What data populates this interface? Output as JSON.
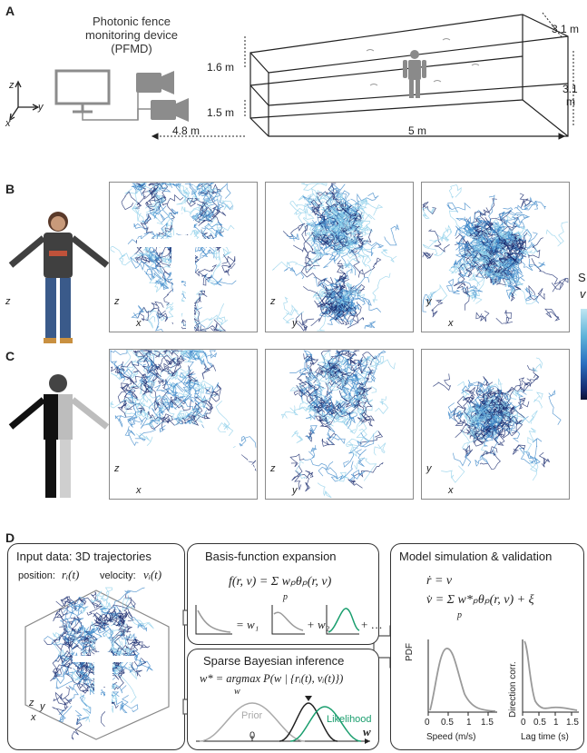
{
  "panels": {
    "a": "A",
    "b": "B",
    "c": "C",
    "d": "D"
  },
  "panel_a": {
    "device_line1": "Photonic fence",
    "device_line2": "monitoring device",
    "device_line3": "(PFMD)",
    "axis_z": "z",
    "axis_y": "y",
    "axis_x": "x",
    "dim_16": "1.6 m",
    "dim_15": "1.5 m",
    "dim_48": "4.8 m",
    "dim_5": "5 m",
    "dim_31_top": "3.1 m",
    "dim_31_right_a": "3.1",
    "dim_31_right_b": "m"
  },
  "panel_b": {
    "axes": [
      {
        "v": "z",
        "h": "x"
      },
      {
        "v": "z",
        "h": "y"
      },
      {
        "v": "y",
        "h": "x"
      }
    ]
  },
  "panel_c": {
    "axes": [
      {
        "v": "z",
        "h": "x"
      },
      {
        "v": "z",
        "h": "y"
      },
      {
        "v": "y",
        "h": "x"
      }
    ]
  },
  "colorbar": {
    "label_top": "S",
    "label_bottom": "v"
  },
  "panel_d": {
    "input_title": "Input data: 3D trajectories",
    "position_label": "position:",
    "position_symbol": "rᵢ(t)",
    "velocity_label": "velocity:",
    "velocity_symbol": "vᵢ(t)",
    "axis_z": "z",
    "axis_y": "y",
    "axis_x": "x",
    "basis_title": "Basis-function expansion",
    "basis_equation": "f(r, v) = Σ wₚθₚ(r, v)",
    "basis_sum_index": "p",
    "basis_expansion_start": "= w₁",
    "basis_expansion_mid": "+ w₂",
    "basis_expansion_end": "+ …",
    "sparse_title": "Sparse Bayesian inference",
    "sparse_equation": "w* = argmax P(w | {rᵢ(t), vᵢ(t)})",
    "sparse_argmax_sub": "w",
    "prior_label": "Prior",
    "likelihood_label": "Likelihood",
    "zero_label": "0",
    "w_label": "w",
    "model_title": "Model simulation & validation",
    "eq1": "ṙ = v",
    "eq2": "v̇ = Σ w*ₚθₚ(r, v) + ξ",
    "eq2_index": "p",
    "pdf_ylabel": "PDF",
    "pdf_xlabel": "Speed (m/s)",
    "pdf_ticks": [
      "0",
      "0.5",
      "1",
      "1.5"
    ],
    "dc_ylabel": "Direction corr.",
    "dc_xlabel": "Lag time (s)",
    "dc_ticks": [
      "0",
      "0.5",
      "1",
      "1.5"
    ]
  },
  "colors": {
    "trajectory_light": "#8fd0ea",
    "trajectory_mid": "#3b86c8",
    "trajectory_dark": "#14266a",
    "likelihood_green": "#1a9e6e",
    "gray_line": "#9a9a9a",
    "device_gray": "#8c8c8c"
  }
}
